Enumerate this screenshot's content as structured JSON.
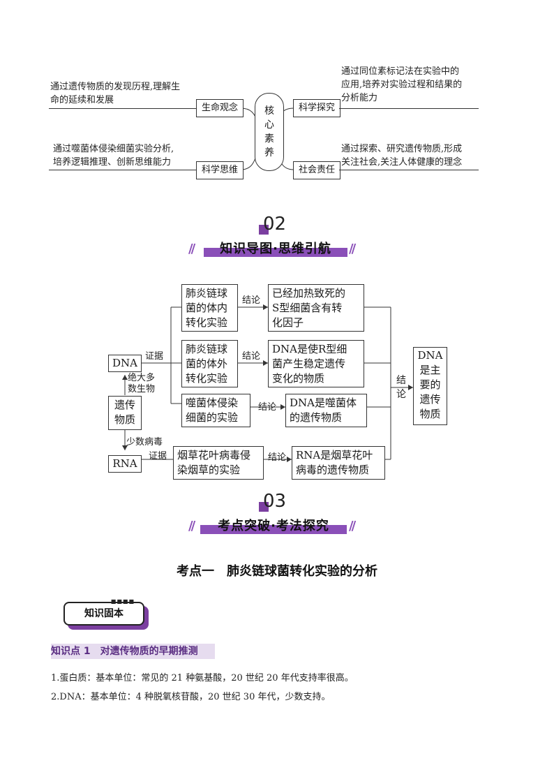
{
  "core_literacy": {
    "center": [
      "核",
      "心",
      "素",
      "养"
    ],
    "nodes": {
      "tl": {
        "label": "生命观念",
        "desc_lines": [
          "通过遗传物质的发现历程,理解生",
          "命的延续和发展"
        ]
      },
      "bl": {
        "label": "科学思维",
        "desc_lines": [
          "通过噬菌体侵染细菌实验分析,",
          "培养逻辑推理、创新思维能力"
        ]
      },
      "tr": {
        "label": "科学探究",
        "desc_lines": [
          "通过同位素标记法在实验中的",
          "应用,培养对实验过程和结果的",
          "分析能力"
        ]
      },
      "br": {
        "label": "社会责任",
        "desc_lines": [
          "通过探索、研究遗传物质,形成",
          "关注社会,关注人体健康的理念"
        ]
      }
    }
  },
  "section2": {
    "number": "02",
    "title": "知识导图·思维引航"
  },
  "concept_map": {
    "dna": "DNA",
    "rna": "RNA",
    "genetic_material": [
      "遗传",
      "物质"
    ],
    "most_organisms": [
      "绝大多",
      "数生物"
    ],
    "few_viruses": "少数病毒",
    "evidence": "证据",
    "conclusion": "结论",
    "conclusion_vertical": [
      "结",
      "论"
    ],
    "experiments": [
      {
        "lines": [
          "肺炎链球",
          "菌的体内",
          "转化实验"
        ],
        "result": [
          "已经加热致死的",
          "S型细菌含有转",
          "化因子"
        ]
      },
      {
        "lines": [
          "肺炎链球",
          "菌的体外",
          "转化实验"
        ],
        "result": [
          "DNA是使R型细",
          "菌产生稳定遗传",
          "变化的物质"
        ]
      },
      {
        "lines": [
          "噬菌体侵染",
          "细菌的实验"
        ],
        "result": [
          "DNA是噬菌体",
          "的遗传物质"
        ]
      }
    ],
    "rna_experiment": {
      "lines": [
        "烟草花叶病毒侵",
        "染烟草的实验"
      ],
      "result": [
        "RNA是烟草花叶",
        "病毒的遗传物质"
      ]
    },
    "final": [
      "DNA",
      "是主",
      "要的",
      "遗传",
      "物质"
    ]
  },
  "section3": {
    "number": "03",
    "title": "考点突破·考法探究"
  },
  "exam_point_title": "考点一　肺炎链球菌转化实验的分析",
  "knowledge_tag": "知识固本",
  "knowledge_point_title": "知识点 1　对遗传物质的早期推测",
  "paragraphs": [
    "1.蛋白质：基本单位：常见的 21 种氨基酸，20 世纪 20 年代支持率很高。",
    "2.DNA：基本单位：4 种脱氧核苷酸，20 世纪 30 年代，少数支持。"
  ]
}
